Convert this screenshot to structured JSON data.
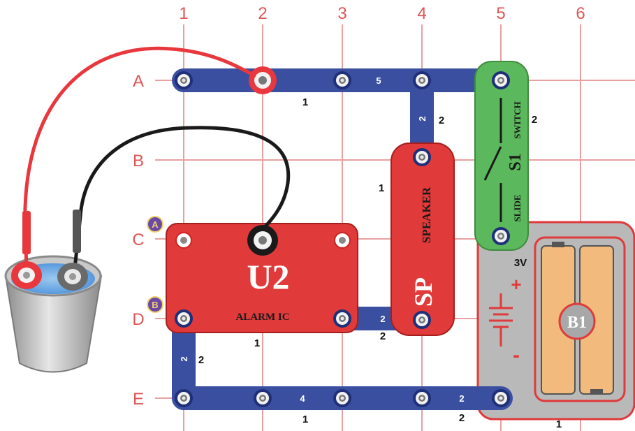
{
  "columns": [
    "1",
    "2",
    "3",
    "4",
    "5",
    "6"
  ],
  "rows": [
    "A",
    "B",
    "C",
    "D",
    "E"
  ],
  "markers": {
    "a": "A",
    "b": "B"
  },
  "wire_labels": {
    "a_23": "5",
    "col4_ab": "2",
    "d_34": "2",
    "col1_de": "2",
    "e_23": "4",
    "e_45": "2"
  },
  "part_numbers": {
    "a_top": "1",
    "col4_side": "2",
    "switch_side": "2",
    "speaker_side": "1",
    "u2_under": "1",
    "d_under": "2",
    "col1_side": "2",
    "e_under_left": "1",
    "e_under_right": "2",
    "battery_under": "1"
  },
  "u2": {
    "id": "U2",
    "name": "ALARM IC"
  },
  "speaker": {
    "id": "SP",
    "name": "SPEAKER"
  },
  "switch": {
    "id": "S1",
    "name_left": "SLIDE",
    "name_right": "SWITCH"
  },
  "battery": {
    "id": "B1",
    "voltage": "3V",
    "plus": "+",
    "minus": "-"
  },
  "colors": {
    "grid": "#e8a0a0",
    "wire_blue": "#3a4fa0",
    "alarm_red": "#e03a3a",
    "speaker_red": "#e03a3a",
    "switch_green": "#5cb85c",
    "battery_gray": "#b9b9b9",
    "battery_cell": "#f2bb7d",
    "lead_red": "#e8383d",
    "lead_black": "#1a1a1a",
    "marker_purple": "#6b4aa6",
    "water_blue": "#4a90d9"
  }
}
